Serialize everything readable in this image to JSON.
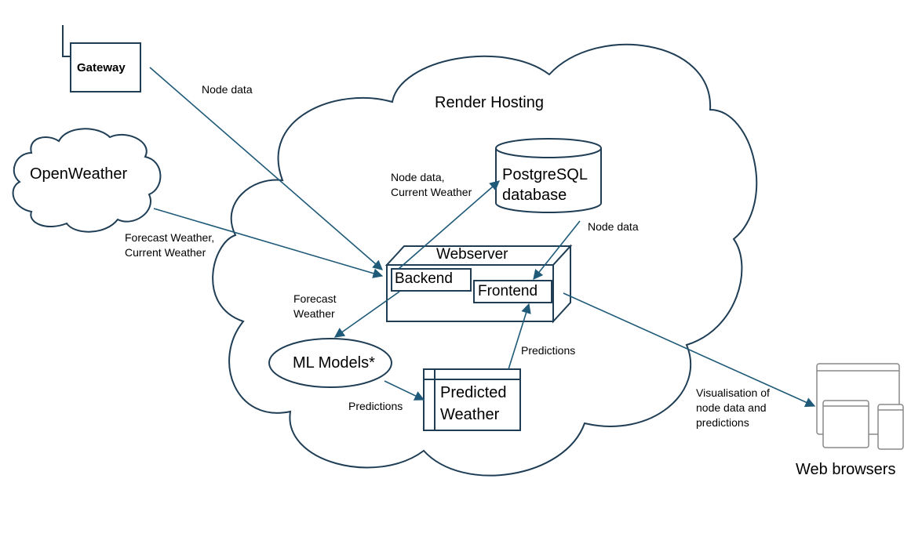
{
  "nodes": {
    "gateway": "Gateway",
    "openweather": "OpenWeather",
    "render_hosting": "Render Hosting",
    "postgres_line1": "PostgreSQL",
    "postgres_line2": "database",
    "webserver": "Webserver",
    "backend": "Backend",
    "frontend": "Frontend",
    "ml_models": "ML Models*",
    "predicted_line1": "Predicted",
    "predicted_line2": "Weather",
    "web_browsers": "Web browsers"
  },
  "edges": {
    "gateway_node_data": "Node data",
    "openweather_line1": "Forecast Weather,",
    "openweather_line2": "Current Weather",
    "backend_db_line1": "Node data,",
    "backend_db_line2": "Current Weather",
    "db_frontend": "Node data",
    "backend_ml_line1": "Forecast",
    "backend_ml_line2": "Weather",
    "ml_predictions": "Predictions",
    "predicted_frontend": "Predictions",
    "viz_line1": "Visualisation of",
    "viz_line2": "node data and",
    "viz_line3": "predictions"
  },
  "colors": {
    "arrow": "#1f5a78",
    "box": "#1f4e6a"
  }
}
